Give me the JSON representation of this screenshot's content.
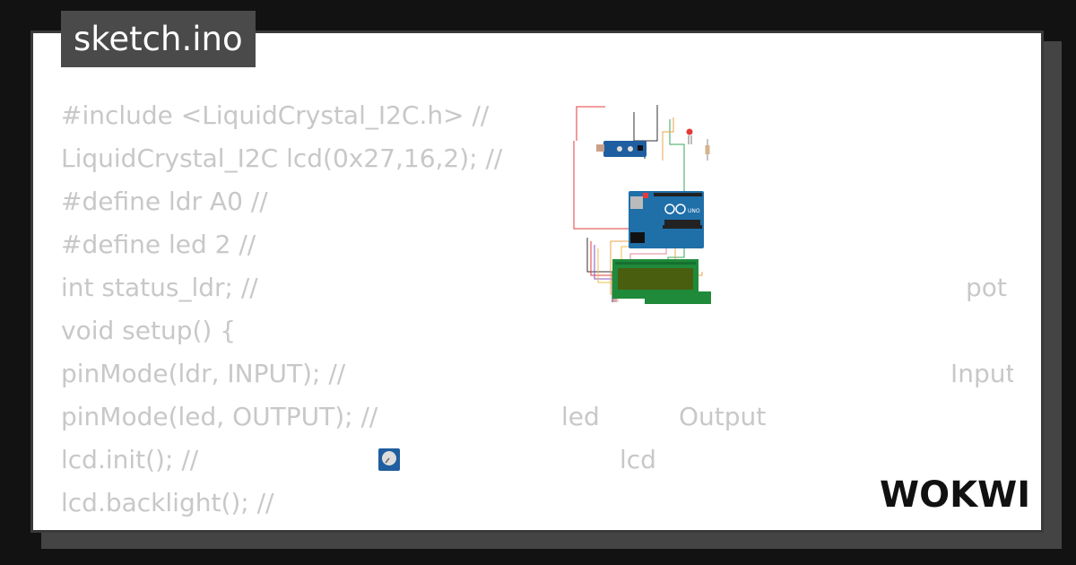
{
  "tab": {
    "filename": "sketch.ino"
  },
  "code": {
    "lines": [
      "#include <LiquidCrystal_I2C.h> //",
      "LiquidCrystal_I2C lcd(0x27,16,2); //",
      "#define ldr A0 //",
      "#define led 2 //",
      "int status_ldr; //",
      "void setup() {",
      "pinMode(ldr, INPUT); //",
      "pinMode(led, OUTPUT); //",
      "lcd.init(); //",
      "lcd.backlight(); //",
      "}"
    ],
    "comment_fragments": {
      "pot": "pot",
      "input": "Input",
      "led": "led",
      "output": "Output",
      "lcd": "lcd"
    }
  },
  "brand": {
    "logo_text": "WOKWI"
  },
  "icons": [
    "arduino-uno-board",
    "ldr-sensor-module",
    "red-led",
    "resistor",
    "lcd-16x2-display",
    "potentiometer"
  ],
  "colors": {
    "background": "#121212",
    "card": "#ffffff",
    "tab": "#4a4a4a",
    "code_text": "#c8c8c8",
    "arduino": "#1f6fa9",
    "lcd_frame": "#1f8a3a",
    "lcd_screen": "#4a5e10"
  }
}
